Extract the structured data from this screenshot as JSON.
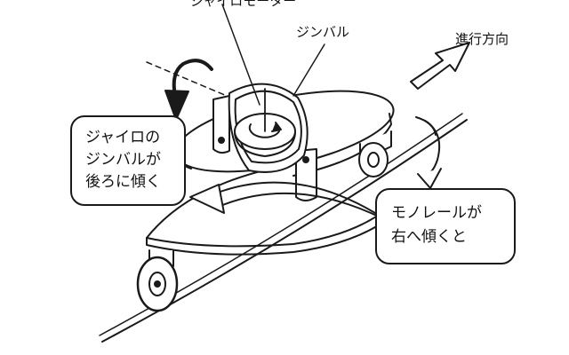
{
  "labels": {
    "gyro_motor": "ジャイロモーター",
    "gimbal": "ジンバル",
    "direction": "進行方向"
  },
  "callouts": {
    "gimbal_tilt": [
      "ジャイロの",
      "ジンバルが",
      "後ろに傾く"
    ],
    "monorail_tilt": [
      "モノレールが",
      "右へ傾くと"
    ]
  },
  "colors": {
    "ink": "#1a1a1a",
    "paper": "#ffffff"
  }
}
